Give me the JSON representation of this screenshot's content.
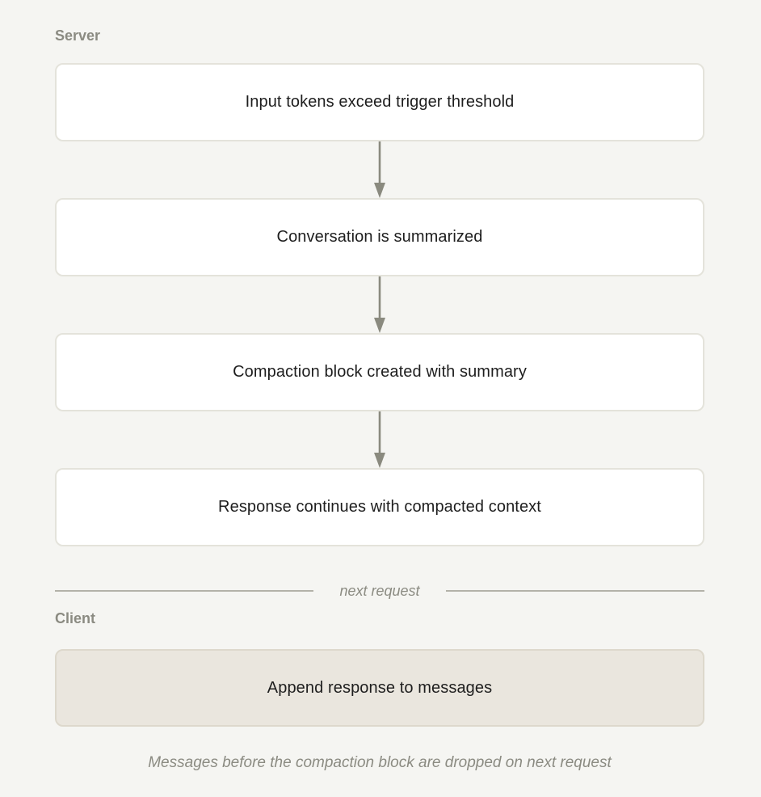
{
  "diagram": {
    "sections": {
      "server": {
        "label": "Server"
      },
      "client": {
        "label": "Client"
      }
    },
    "server_flow": {
      "nodes": [
        {
          "label": "Input tokens exceed trigger threshold"
        },
        {
          "label": "Conversation is summarized"
        },
        {
          "label": "Compaction block created with summary"
        },
        {
          "label": "Response continues with compacted context"
        }
      ]
    },
    "divider": {
      "label": "next request"
    },
    "client_flow": {
      "nodes": [
        {
          "label": "Append response to messages"
        }
      ]
    },
    "caption": {
      "text": "Messages before the compaction block are dropped on next request"
    },
    "colors": {
      "background": "#f5f5f2",
      "node_background": "#ffffff",
      "node_border": "#e4e3db",
      "client_node_background": "#eae6de",
      "client_node_border": "#ddd8cc",
      "node_text": "#1e1e1e",
      "muted_text": "#8b8b82",
      "arrow": "#8a8a7f",
      "divider_line": "#b3b2a9"
    }
  }
}
